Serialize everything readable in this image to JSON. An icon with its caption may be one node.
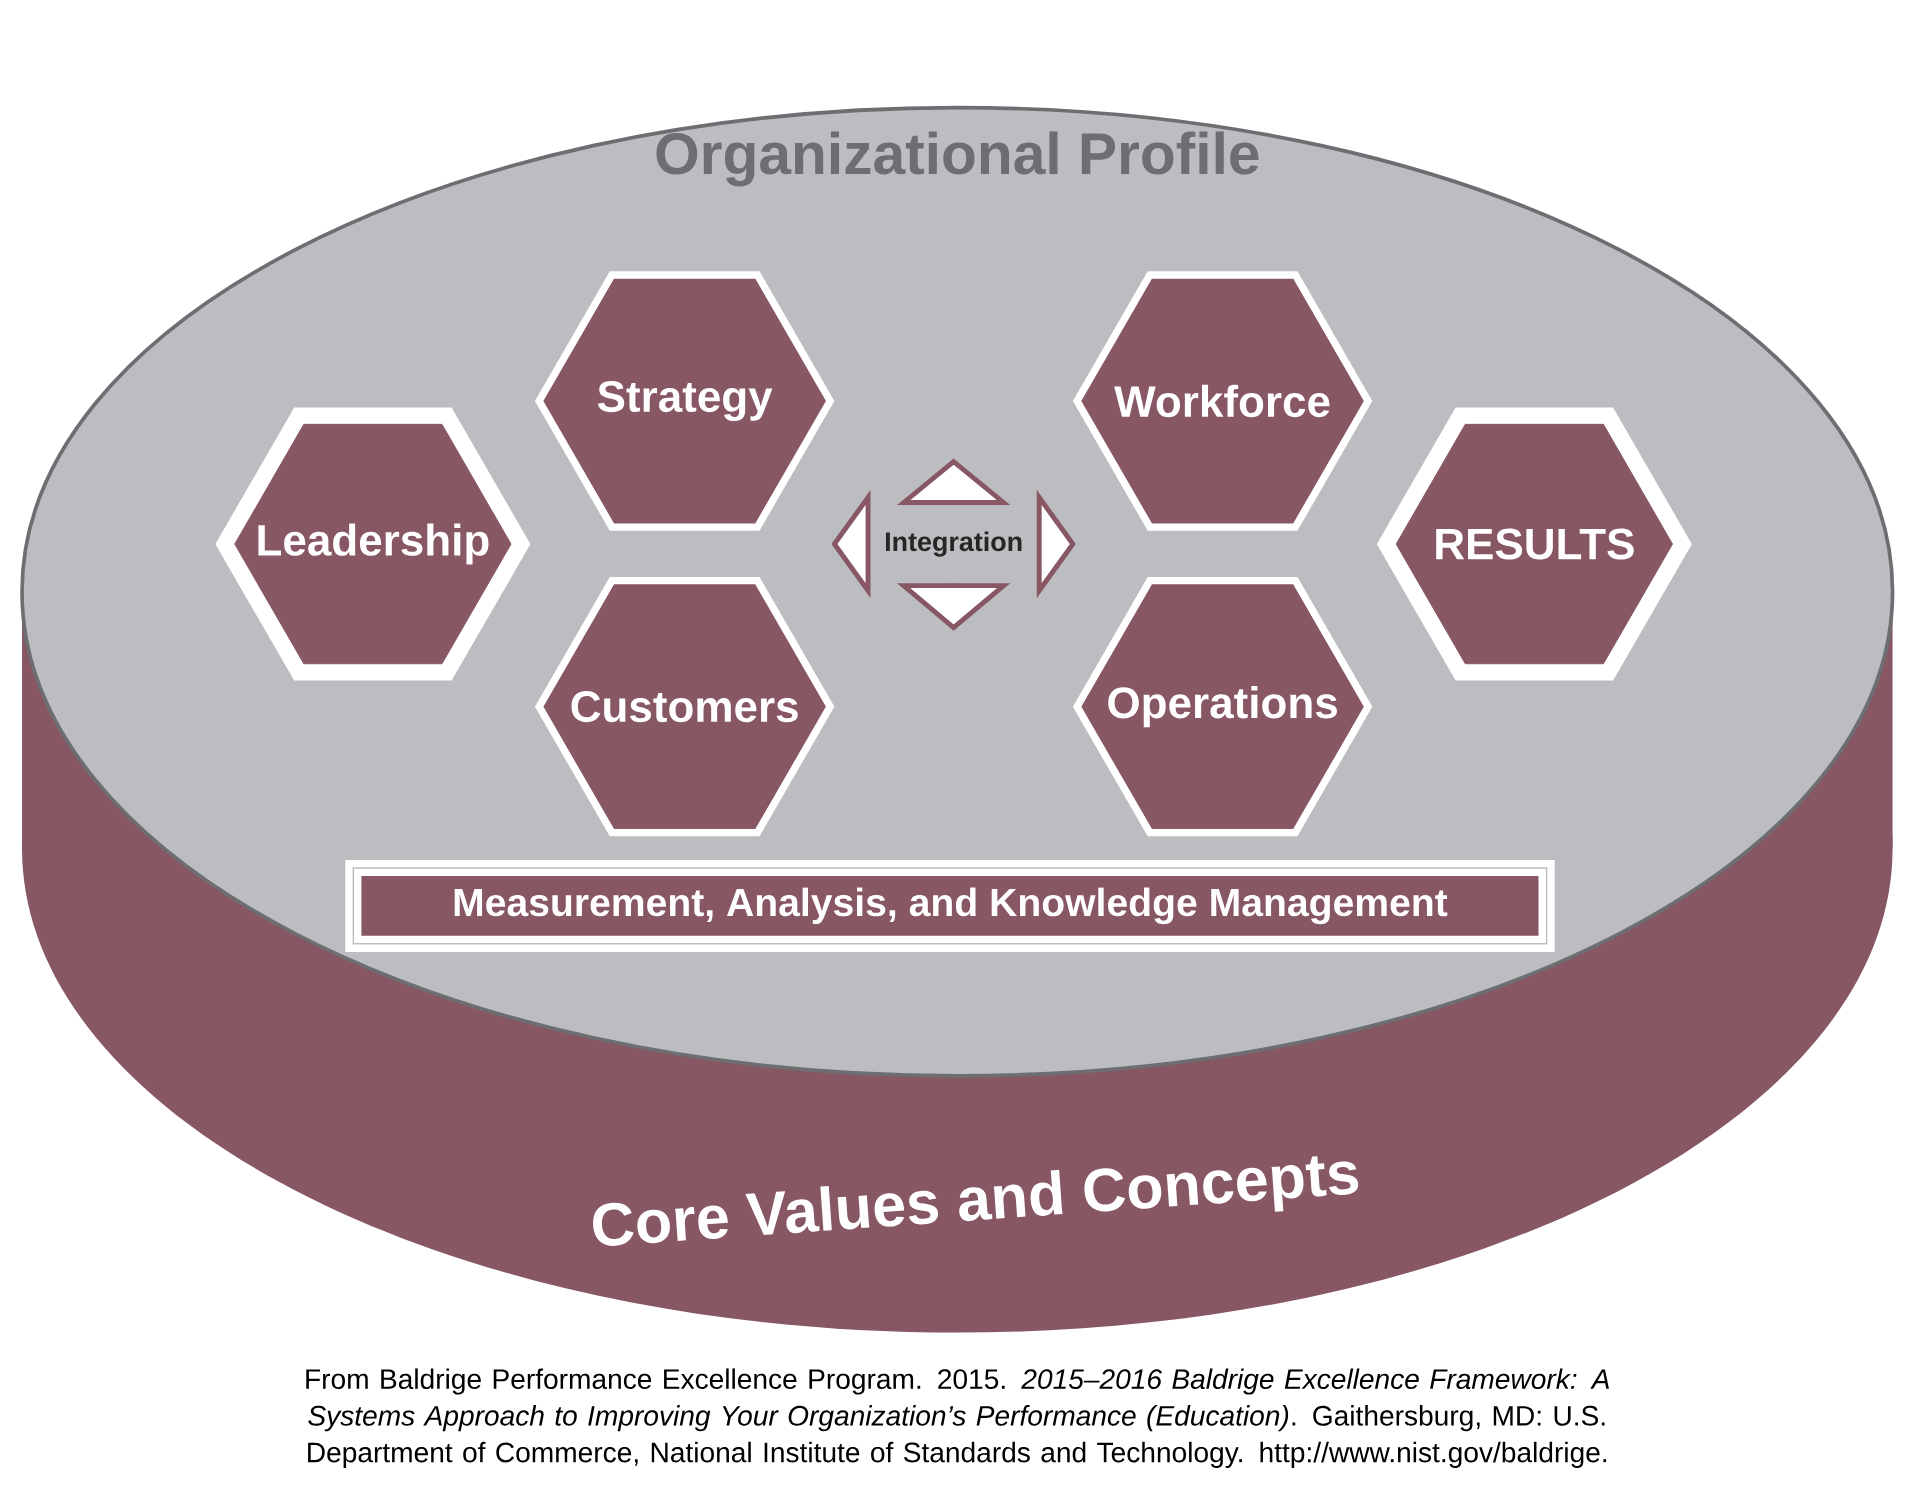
{
  "diagram": {
    "caption": "From Baldrige Performance Excellence Program. 2015. *2015–2016 Baldrige Excellence Framework: A Systems Approach to Improving Your Organization’s Performance (Education)*. Gaithersburg, MD: U.S. Department of Commerce, National Institute of Standards and Technology. http://www.nist.gov/baldrige.",
    "nodes": [
      {
        "text": [
          "Organizational Profile",
          "Core Values and Concepts"
        ]
      },
      {
        "text": [
          "Strategy"
        ],
        "in": 0
      },
      {
        "text": [
          "Workforce"
        ],
        "in": 0
      },
      {
        "text": [
          "Leadership"
        ],
        "in": 0
      },
      {
        "text": [
          "Integration"
        ],
        "in": 0
      },
      {
        "text": [
          "RESULTS"
        ],
        "in": 0
      },
      {
        "text": [
          "Customers"
        ],
        "in": 0
      },
      {
        "text": [
          "Operations"
        ],
        "in": 0
      },
      {
        "text": [
          "Measurement, Analysis, and Knowledge Management"
        ],
        "in": 0
      }
    ],
    "edges": [
      {
        "from": 4,
        "to": null,
        "arrow": "to"
      },
      {
        "from": 4,
        "to": null,
        "arrow": "to"
      },
      {
        "from": 4,
        "to": null,
        "arrow": "to"
      },
      {
        "from": 4,
        "to": null,
        "arrow": "to"
      }
    ]
  }
}
